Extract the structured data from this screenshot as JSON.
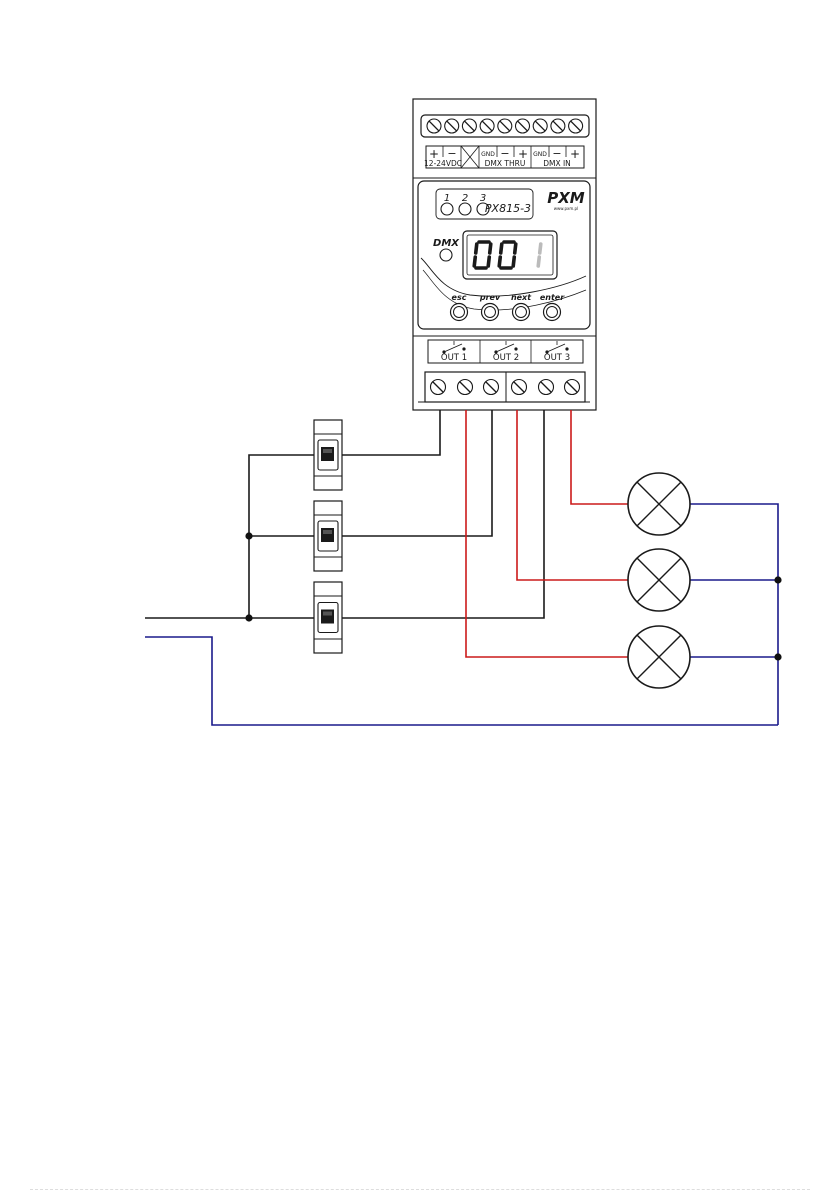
{
  "device": {
    "model": "PX815-3",
    "brand": "PXM",
    "brand_url": "www.pxm.pl",
    "display_value": "001",
    "dmx_label": "DMX",
    "output_leds": [
      "1",
      "2",
      "3"
    ],
    "buttons": [
      "esc",
      "prev",
      "next",
      "enter"
    ],
    "power_terminals": {
      "plus": "+",
      "minus": "−",
      "label": "12-24VDC"
    },
    "dmx_thru": {
      "gnd": "GND",
      "minus": "−",
      "plus": "+",
      "label": "DMX THRU"
    },
    "dmx_in": {
      "gnd": "GND",
      "minus": "−",
      "plus": "+",
      "label": "DMX IN"
    },
    "outputs": [
      "OUT 1",
      "OUT 2",
      "OUT 3"
    ]
  },
  "colors": {
    "line": "#1a1a1a",
    "phase_wire": "#cc1a1a",
    "neutral_wire": "#1a1a8c",
    "digit_off": "#bbbbbb"
  },
  "icons": [
    "screw-terminal-icon",
    "relay-contact-icon",
    "lamp-icon",
    "wall-switch-icon",
    "junction-dot-icon"
  ]
}
